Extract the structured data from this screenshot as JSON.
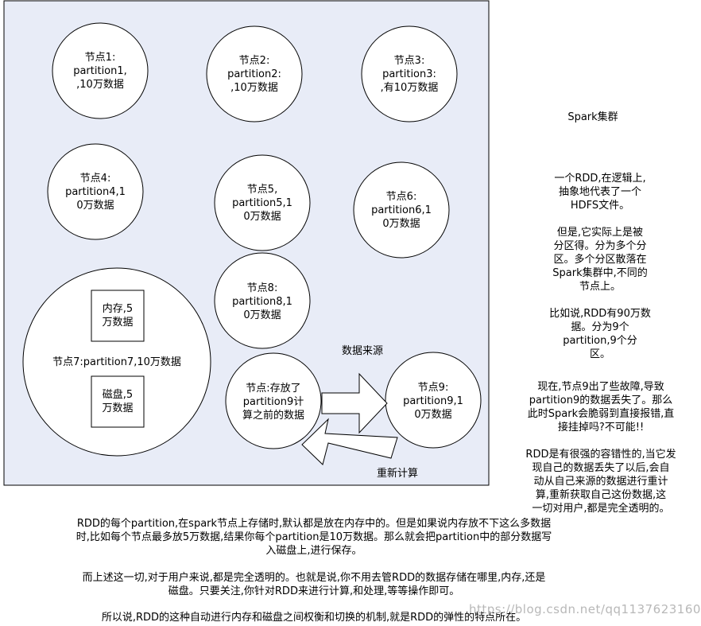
{
  "colors": {
    "cluster_bg": "#e8ecf7",
    "stroke": "#000000",
    "node_fill": "#ffffff",
    "watermark": "#b8b8b8"
  },
  "nodes": [
    {
      "id": "node1",
      "lines": [
        "节点1:",
        "partition1,",
        ",10万数据"
      ]
    },
    {
      "id": "node2",
      "lines": [
        "节点2:",
        "partition2:",
        ",10万数据"
      ]
    },
    {
      "id": "node3",
      "lines": [
        "节点3:",
        "partition3:",
        ",有10万数据"
      ]
    },
    {
      "id": "node4",
      "lines": [
        "节点4:",
        "partition4,1",
        "0万数据"
      ]
    },
    {
      "id": "node5",
      "lines": [
        "节点5,",
        "partition5,1",
        "0万数据"
      ]
    },
    {
      "id": "node6",
      "lines": [
        "节点6:",
        "partition6,1",
        "0万数据"
      ]
    },
    {
      "id": "node8",
      "lines": [
        "节点8:",
        "partition8,1",
        "0万数据"
      ]
    },
    {
      "id": "node9",
      "lines": [
        "节点9:",
        "partition9,1",
        "0万数据"
      ]
    },
    {
      "id": "source-node",
      "lines": [
        "节点:存放了",
        "partition9计",
        "算之前的数据"
      ]
    }
  ],
  "node7": {
    "label": "节点7:partition7,10万数据",
    "memory_box": [
      "内存,5",
      "万数据"
    ],
    "disk_box": [
      "磁盘,5",
      "万数据"
    ]
  },
  "arrow_labels": {
    "data_source": "数据来源",
    "recompute": "重新计算"
  },
  "side_notes": {
    "cluster_title": "Spark集群",
    "note1": "一个RDD,在逻辑上,\n抽象地代表了一个\nHDFS文件。",
    "note2": "但是,它实际上是被\n分区得。分为多个分\n区。多个分区散落在\nSpark集群中,不同的\n节点上。",
    "note3": "比如说,RDD有90万数\n据。分为9个\npartition,9个分\n区。",
    "note4": "现在,节点9出了些故障,导致\npartition9的数据丢失了。那么\n此时Spark会脆弱到直接报错,直\n接挂掉吗?不可能!!",
    "note5": "RDD是有很强的容错性的,当它发\n现自己的数据丢失了以后,会自\n动从自己来源的数据进行重计\n算,重新获取自己这份数据,这\n一切对用户,都是完全透明的。"
  },
  "bottom_notes": {
    "p1": "RDD的每个partition,在spark节点上存储时,默认都是放在内存中的。但是如果说内存放不下这么多数据\n时,比如每个节点最多放5万数据,结果你每个partition是10万数据。那么就会把partition中的部分数据写\n入磁盘上,进行保存。",
    "p2": "而上述这一切,对于用户来说,都是完全透明的。也就是说,你不用去管RDD的数据存储在哪里,内存,还是\n磁盘。只要关注,你针对RDD来进行计算,和处理,等等操作即可。",
    "p3": "所以说,RDD的这种自动进行内存和磁盘之间权衡和切换的机制,就是RDD的弹性的特点所在。"
  },
  "watermark": "https://blog.csdn.net/qq1137623160"
}
